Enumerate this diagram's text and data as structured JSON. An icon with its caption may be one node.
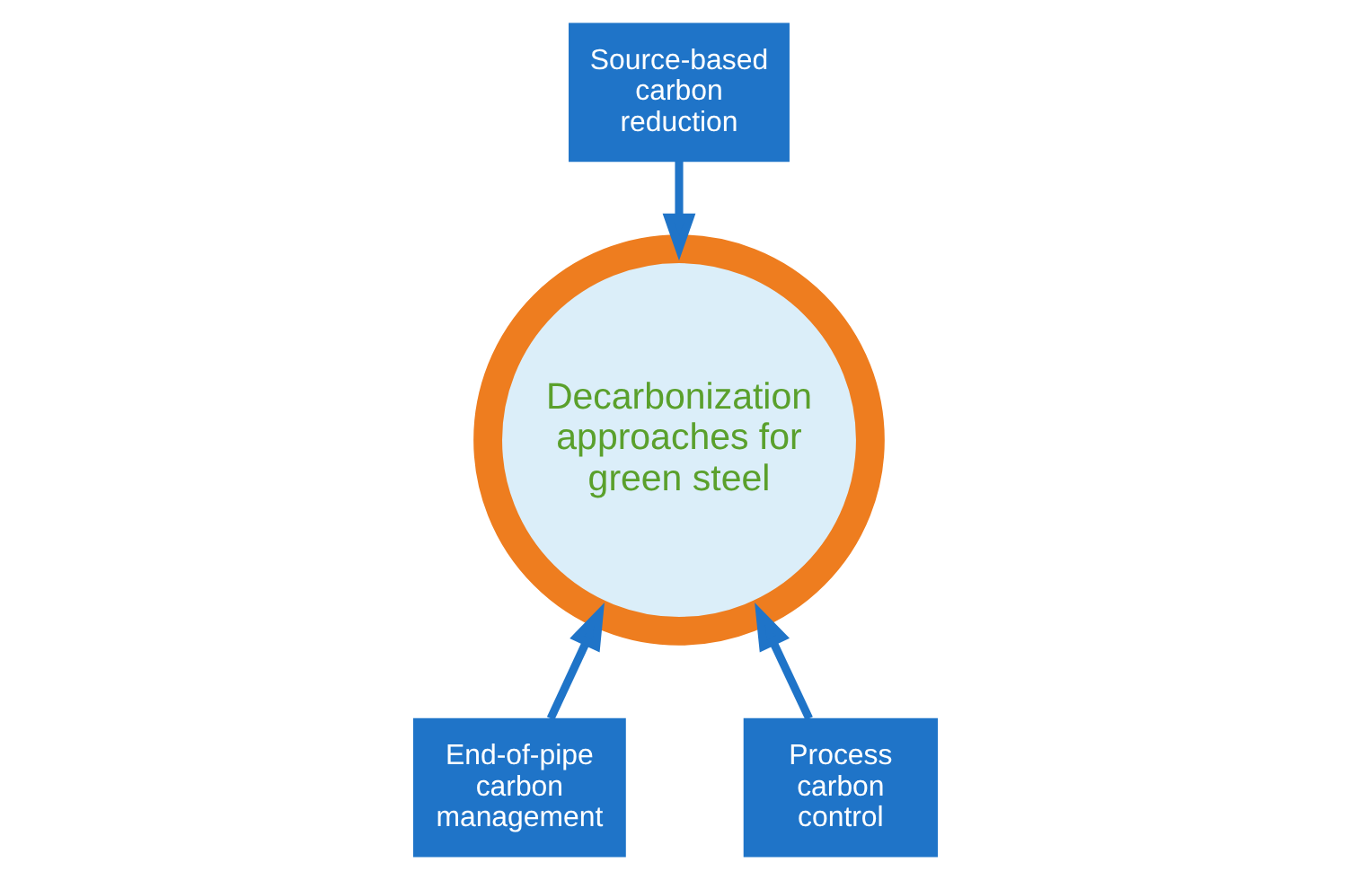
{
  "diagram": {
    "nodes": [
      {
        "text": [
          "Decarbonization approaches for green steel"
        ]
      },
      {
        "text": [
          "Source-based carbon reduction"
        ]
      },
      {
        "text": [
          "End-of-pipe carbon management"
        ]
      },
      {
        "text": [
          "Process carbon control"
        ]
      }
    ],
    "edges": [
      {
        "from": 1,
        "to": 0,
        "arrow": "to"
      },
      {
        "from": 2,
        "to": 0,
        "arrow": "to"
      },
      {
        "from": 3,
        "to": 0,
        "arrow": "to"
      }
    ]
  }
}
